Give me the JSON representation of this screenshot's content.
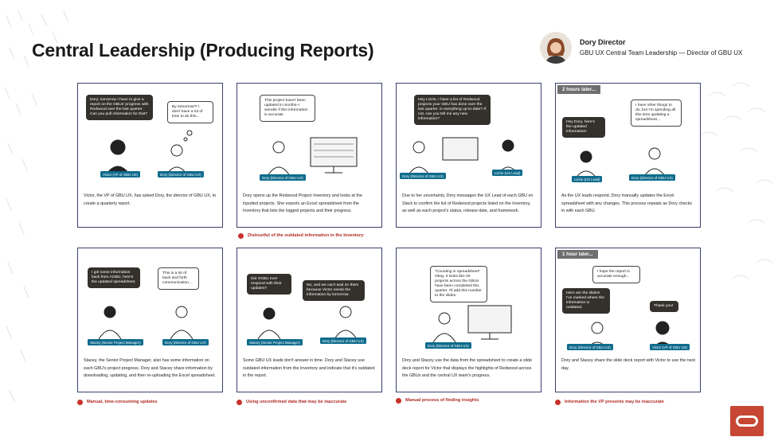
{
  "page": {
    "title": "Central Leadership (Producing Reports)"
  },
  "persona": {
    "name": "Dory Director",
    "role": "GBU UX Central Team Leadership — Director of GBU UX",
    "avatar_icon": "person-photo"
  },
  "panels": [
    {
      "time_tag": "",
      "bubbles": [
        "Dory, tomorrow I have to give a report on the GBUs' progress with Redwood over the last quarter. Can you pull information for that?",
        "By tomorrow?! I don't have a lot of time to do this..."
      ],
      "tags": [
        "Victor (VP of GBU UX)",
        "Dory (Director of GBU UX)"
      ],
      "caption": "Victor, the VP of GBU UX, has asked Dory, the director of GBU UX, to create a quarterly report.",
      "insight": ""
    },
    {
      "time_tag": "",
      "bubbles": [
        "This project hasn't been updated in months–I wonder if this information is accurate."
      ],
      "tags": [
        "Dory (Director of GBU UX)"
      ],
      "caption": "Dory opens up the Redwood Project Inventory and looks at the inputted projects. She exports an Excel spreadsheet from the Inventory that lists the logged projects and their progress.",
      "insight": "Distrustful of the outdated information in the Inventory"
    },
    {
      "time_tag": "",
      "bubbles": [
        "Hey Lizzie, I have a list of Redwood projects your GBU has done over the last quarter. Is everything up-to-date? If not, can you tell me any new information?"
      ],
      "tags": [
        "Dory (Director of GBU UX)",
        "Lizzie (UX Lead)"
      ],
      "caption": "Due to her uncertainty, Dory messages the UX Lead of each GBU on Slack to confirm the list of Redwood projects listed on the Inventory, as well as each project's status, release date, and framework.",
      "insight": ""
    },
    {
      "time_tag": "2 hours later...",
      "bubbles": [
        "Hey Dory, here's the updated information!",
        "I have other things to do, but I'm spending all this time updating a spreadsheet..."
      ],
      "tags": [
        "Lizzie (UX Lead)",
        "Dory (Director of GBU UX)"
      ],
      "caption": "As the UX leads respond, Dory manually updates the Excel spreadsheet with any changes. This process repeats as Dory checks in with each GBU.",
      "insight": ""
    },
    {
      "time_tag": "",
      "bubbles": [
        "I got some information back from AGBU, here's the updated spreadsheet.",
        "This is a lot of back and forth communication..."
      ],
      "tags": [
        "Stacey (Senior Project Manager)",
        "Dory (Director of GBU UX)"
      ],
      "caption": "Stacey, the Senior Project Manager, also has some information on each GBU's project progress. Dory and Stacey share information by downloading, updating, and then re-uploading the Excel spreadsheet.",
      "insight": "Manual, time-consuming updates"
    },
    {
      "time_tag": "",
      "bubbles": [
        "Did XGBU ever respond with their updates?",
        "No, and we can't wait on them because Victor needs the information by tomorrow."
      ],
      "tags": [
        "Stacey (Senior Project Manager)",
        "Dory (Director of GBU UX)"
      ],
      "caption": "Some GBU UX leads don't answer in time. Dory and Stacey use outdated information from the Inventory and indicate that it's outdated in the report.",
      "insight": "Using unconfirmed data that may be inaccurate"
    },
    {
      "time_tag": "",
      "bubbles": [
        "*Counting in spreadsheet* Okay, it looks like 20 projects across the GBUs have been completed this quarter. I'll add this number to the slides."
      ],
      "tags": [
        "Dory (Director of GBU UX)"
      ],
      "caption": "Dory and Stacey use the data from the spreadsheet to create a slide deck report for Victor that displays the highlights of Redwood across the GBUs and the central UX team's progress.",
      "insight": "Manual process of finding insights"
    },
    {
      "time_tag": "1 hour later...",
      "bubbles": [
        "I hope the report is accurate enough...",
        "Here are the slides! I've marked where the information is outdated.",
        "Thank you!"
      ],
      "tags": [
        "Dory (Director of GBU UX)",
        "Victor (VP of GBU UX)"
      ],
      "caption": "Dory and Stacey share the slide deck report with Victor to use the next day.",
      "insight": "Information the VP presents may be inaccurate"
    }
  ],
  "brand": {
    "accent": "#c74634",
    "tag_color": "#0e6b8c",
    "insight_color": "#c9322c",
    "panel_border": "#3a3f6b",
    "logo_icon": "oracle-logo"
  }
}
